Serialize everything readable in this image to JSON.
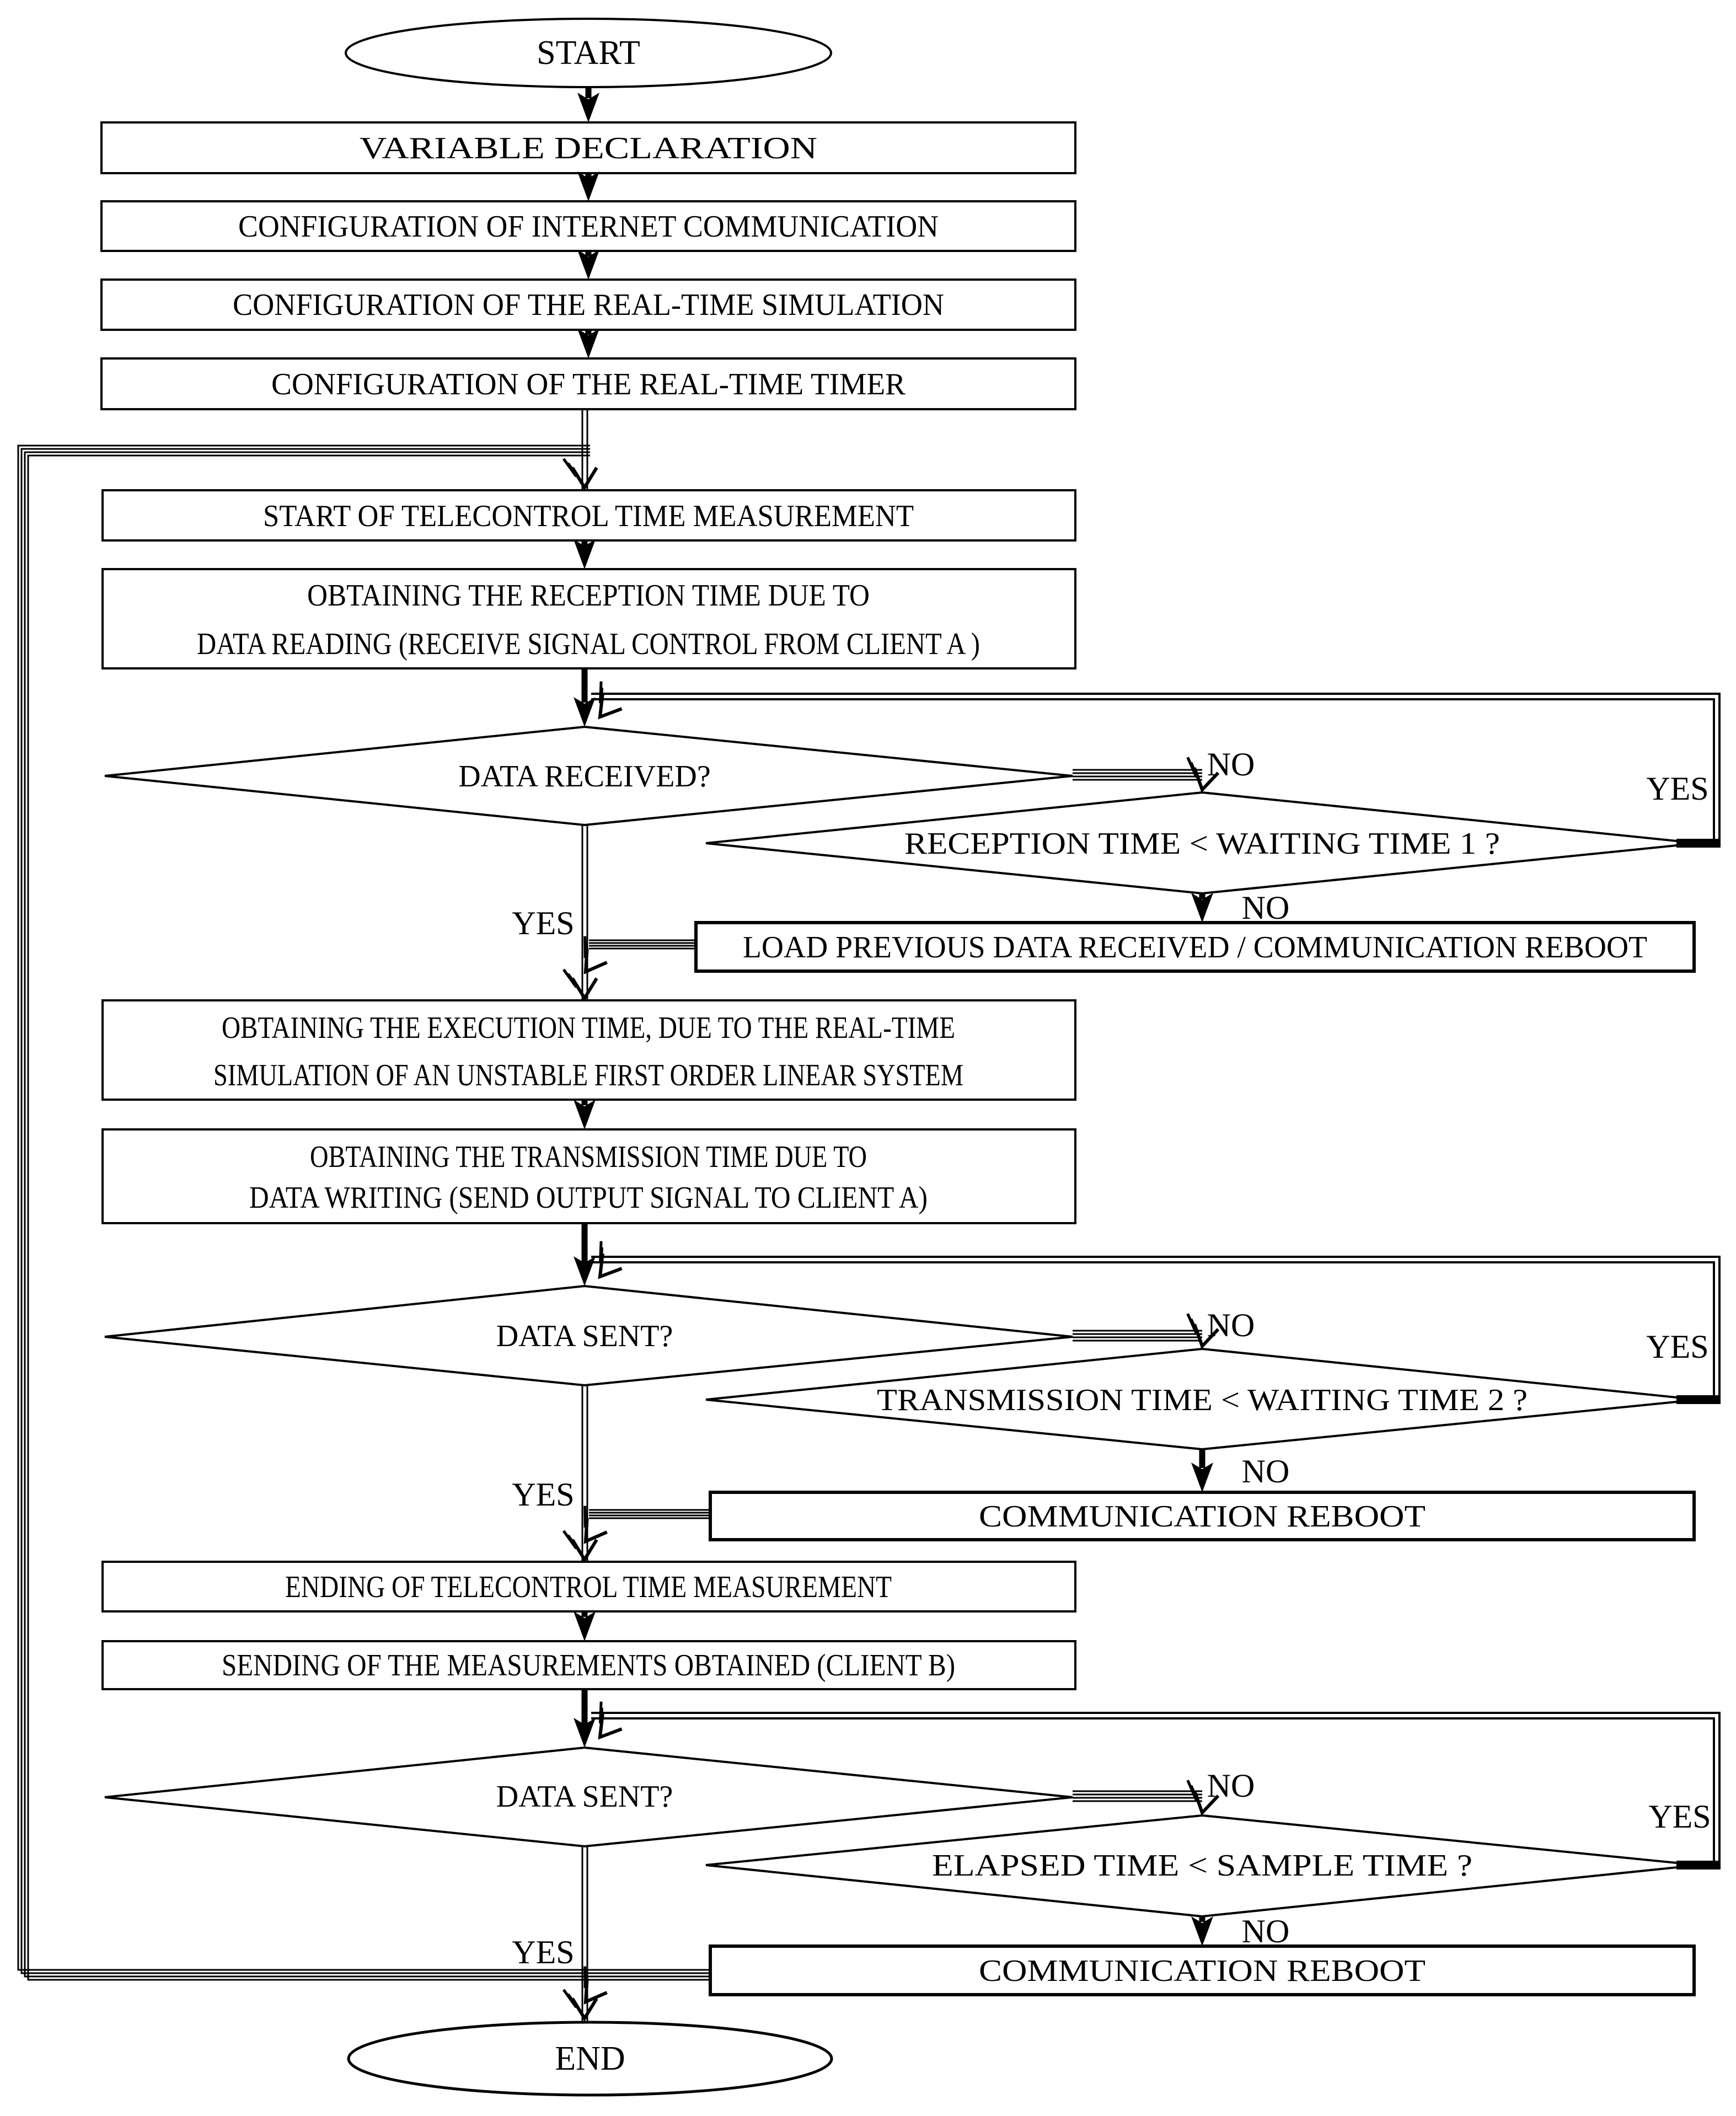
{
  "style": {
    "ink": "#000000",
    "paper": "#ffffff"
  },
  "nodes": {
    "start": "START",
    "var_decl": "VARIABLE DECLARATION",
    "cfg_inet": "CONFIGURATION OF INTERNET COMMUNICATION",
    "cfg_sim": "CONFIGURATION OF THE REAL-TIME SIMULATION",
    "cfg_timer": "CONFIGURATION OF THE REAL-TIME TIMER",
    "start_meas": "START OF TELECONTROL TIME MEASUREMENT",
    "obt_recv": {
      "l1": "OBTAINING THE RECEPTION TIME DUE TO",
      "l2": "DATA READING  (RECEIVE SIGNAL CONTROL FROM CLIENT A )"
    },
    "d_recv": "DATA RECEIVED?",
    "d_rtime": "RECEPTION TIME < WAITING TIME 1 ?",
    "load_prev": "LOAD PREVIOUS DATA RECEIVED  / COMMUNICATION REBOOT",
    "obt_exec": {
      "l1": "OBTAINING THE EXECUTION TIME, DUE TO THE REAL-TIME",
      "l2": "SIMULATION OF AN UNSTABLE  FIRST ORDER LINEAR SYSTEM"
    },
    "obt_trans": {
      "l1": "OBTAINING THE TRANSMISSION TIME DUE TO",
      "l2": "DATA WRITING  (SEND OUTPUT SIGNAL TO CLIENT A)"
    },
    "d_sent1": "DATA SENT?",
    "d_ttime": "TRANSMISSION TIME < WAITING TIME 2 ?",
    "reboot1": "COMMUNICATION REBOOT",
    "end_meas": "ENDING OF TELECONTROL TIME MEASUREMENT",
    "send_meas": "SENDING OF THE MEASUREMENTS OBTAINED (CLIENT B)",
    "d_sent2": "DATA SENT?",
    "d_etime": "ELAPSED TIME < SAMPLE TIME ?",
    "reboot2": "COMMUNICATION REBOOT",
    "end": "END"
  },
  "labels": {
    "yes": "YES",
    "no": "NO"
  }
}
